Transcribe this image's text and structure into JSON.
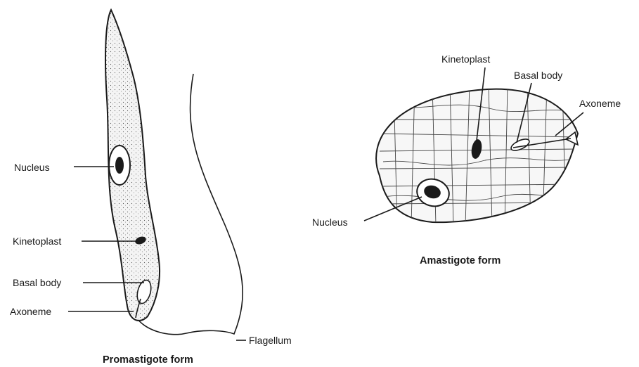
{
  "promastigote": {
    "caption": "Promastigote form",
    "labels": {
      "nucleus": "Nucleus",
      "kinetoplast": "Kinetoplast",
      "basal_body": "Basal body",
      "axoneme": "Axoneme",
      "flagellum": "Flagellum"
    }
  },
  "amastigote": {
    "caption": "Amastigote form",
    "labels": {
      "kinetoplast": "Kinetoplast",
      "basal_body": "Basal body",
      "axoneme": "Axoneme",
      "nucleus": "Nucleus"
    }
  },
  "colors": {
    "ink": "#1a1a1a",
    "cell_fill": "#f2f2f2",
    "background": "#ffffff"
  }
}
